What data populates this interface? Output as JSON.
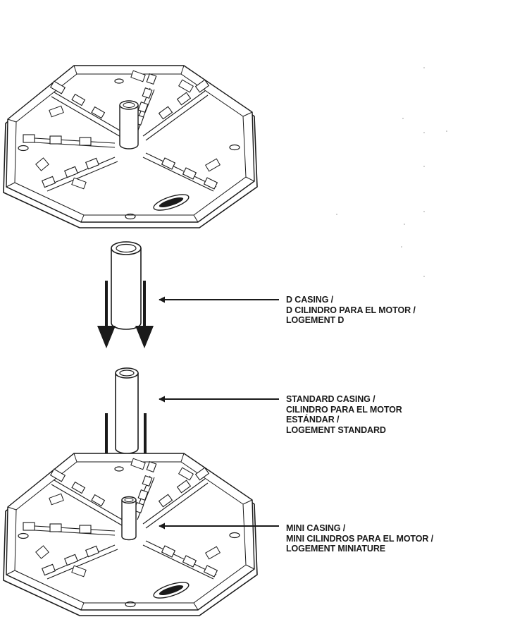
{
  "labels": {
    "d_casing": [
      "D CASING /",
      "D CILINDRO PARA EL MOTOR /",
      "LOGEMENT D"
    ],
    "standard_casing": [
      "STANDARD CASING /",
      "CILINDRO PARA EL MOTOR",
      "ESTÁNDAR /",
      "LOGEMENT STANDARD"
    ],
    "mini_casing": [
      "MINI CASING /",
      "MINI CILINDROS PARA EL MOTOR /",
      "LOGEMENT MINIATURE"
    ]
  },
  "colors": {
    "ink": "#1a1a1a",
    "paper": "#ffffff"
  }
}
